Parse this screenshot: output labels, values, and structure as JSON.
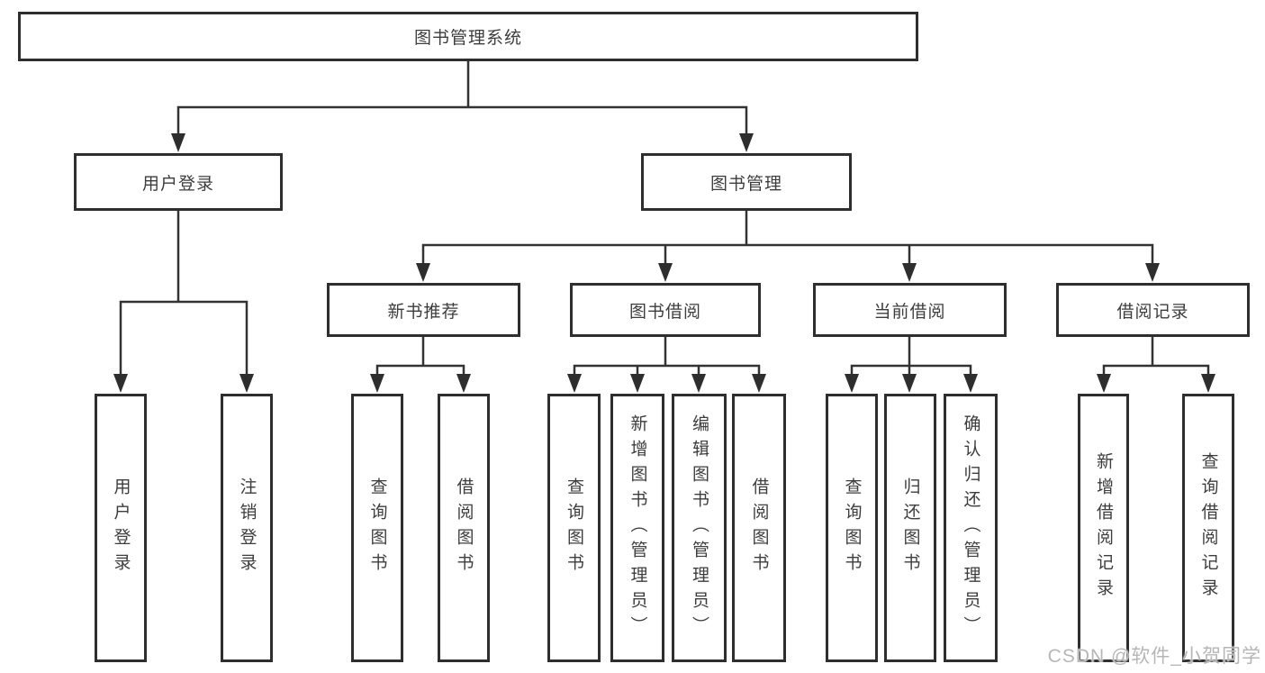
{
  "colors": {
    "line": "#333333",
    "box_border": "#2e2e2e",
    "text": "#3d3d3d",
    "watermark": "#b6b6b6",
    "background": "#ffffff"
  },
  "watermark": {
    "text": "CSDN @软件_小贺同学"
  },
  "tree": {
    "root": {
      "label": "图书管理系统"
    },
    "branches": [
      {
        "label": "用户登录",
        "children": [
          {
            "label": "用户登录"
          },
          {
            "label": "注销登录"
          }
        ]
      },
      {
        "label": "图书管理",
        "children": [
          {
            "label": "新书推荐",
            "children": [
              {
                "label": "查询图书"
              },
              {
                "label": "借阅图书"
              }
            ]
          },
          {
            "label": "图书借阅",
            "children": [
              {
                "label": "查询图书"
              },
              {
                "label": "新增图书（管理员）"
              },
              {
                "label": "编辑图书（管理员）"
              },
              {
                "label": "借阅图书"
              }
            ]
          },
          {
            "label": "当前借阅",
            "children": [
              {
                "label": "查询图书"
              },
              {
                "label": "归还图书"
              },
              {
                "label": "确认归还（管理员）"
              }
            ]
          },
          {
            "label": "借阅记录",
            "children": [
              {
                "label": "新增借阅记录"
              },
              {
                "label": "查询借阅记录"
              }
            ]
          }
        ]
      }
    ]
  }
}
